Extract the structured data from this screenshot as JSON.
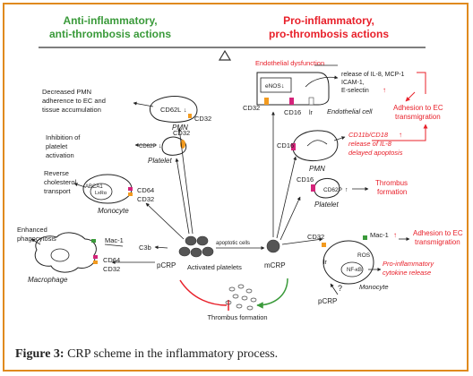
{
  "left_heading": {
    "line1": "Anti-inflammatory,",
    "line2": "anti-thrombosis actions"
  },
  "right_heading": {
    "line1": "Pro-inflammatory,",
    "line2": "pro-thrombosis actions"
  },
  "left_effects": [
    {
      "lines": [
        "Decreased PMN",
        "adherence to EC and",
        "tissue accumulation"
      ]
    },
    {
      "lines": [
        "Inhibition of",
        "platelet",
        "activation"
      ]
    },
    {
      "lines": [
        "Reverse",
        "cholesterol",
        "transport"
      ]
    },
    {
      "lines": [
        "Enhanced",
        "phagocytosis"
      ]
    }
  ],
  "cells": {
    "pmn_left": "PMN",
    "cd62l": "CD62L",
    "cd32": "CD32",
    "platelet_left": "Platelet",
    "cd62p": "CD62P",
    "monocyte_left": "Monocyte",
    "abca1": "ABCA1",
    "lxra": "LxRα",
    "cd64": "CD64",
    "macrophage": "Macrophage",
    "mac1": "Mac-1",
    "c3b": "C3b",
    "endothelial": "Endothelial cell",
    "enos": "eNOS",
    "cd16": "CD16",
    "lr": "lr",
    "pmn_right": "PMN",
    "cd11b": "CD11b/CD18",
    "il8_release": "release of IL-8",
    "delayed_apoptosis": "delayed apoptosis",
    "platelet_right": "Platelet",
    "monocyte_right": "Monocyte",
    "ros": "ROS",
    "nfkb": "NF-κB",
    "question": "?"
  },
  "center": {
    "apoptotic": "apoptotic cells",
    "pcrp": "pCRP",
    "mcrp": "mCRP",
    "activated_platelets": "Activated platelets",
    "thrombus": "Thrombus formation"
  },
  "right_effects": {
    "endothelial_dysfunction": "Endothelial dysfunction",
    "release_lines": [
      "release of IL-8, MCP-1",
      "ICAM-1,",
      "E-selectin"
    ],
    "adhesion_ec_1": [
      "Adhesion to EC",
      "transmigration"
    ],
    "thrombus": [
      "Thrombus",
      "formation"
    ],
    "adhesion_ec_2": [
      "Adhesion to EC",
      "transmigration"
    ],
    "cytokine": [
      "Pro-inflammatory",
      "cytokine release"
    ]
  },
  "caption": {
    "label": "Figure 3:",
    "text": " CRP scheme in the inflammatory process."
  },
  "colors": {
    "green": "#3a9a3a",
    "red": "#e8202a",
    "orange": "#f29a1e",
    "magenta": "#d4237a",
    "border": "#e08a1e"
  }
}
